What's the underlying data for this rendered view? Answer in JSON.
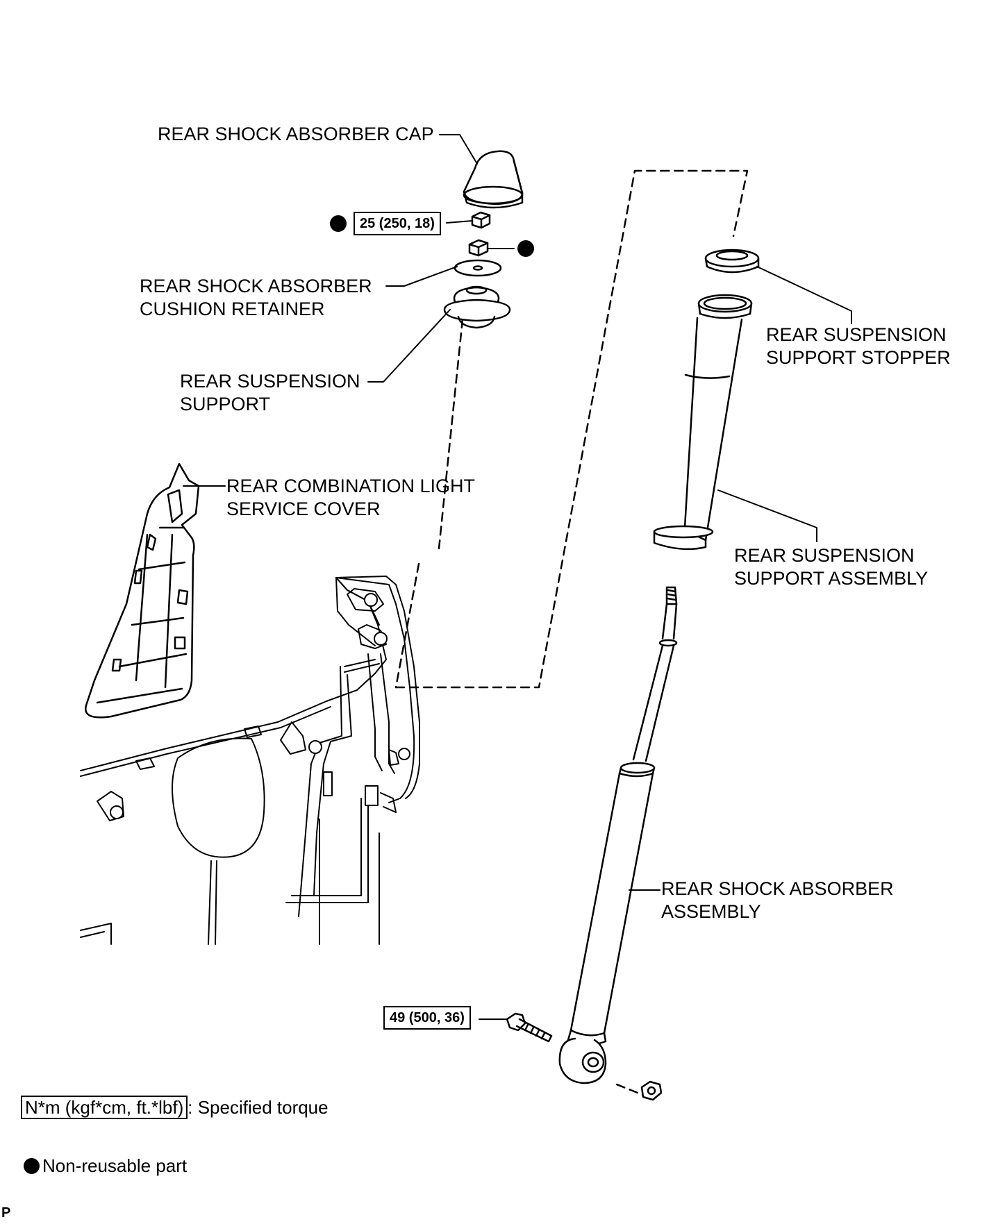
{
  "labels": {
    "cap": "REAR SHOCK ABSORBER CAP",
    "cushion_retainer_1": "REAR SHOCK ABSORBER",
    "cushion_retainer_2": "CUSHION RETAINER",
    "support_1": "REAR SUSPENSION",
    "support_2": "SUPPORT",
    "service_cover_1": "REAR COMBINATION LIGHT",
    "service_cover_2": "SERVICE COVER",
    "stopper_1": "REAR SUSPENSION",
    "stopper_2": "SUPPORT STOPPER",
    "support_assembly_1": "REAR SUSPENSION",
    "support_assembly_2": "SUPPORT ASSEMBLY",
    "shock_assembly_1": "REAR SHOCK ABSORBER",
    "shock_assembly_2": "ASSEMBLY"
  },
  "torques": {
    "upper_nut": "25 (250, 18)",
    "lower_bolt": "49 (500, 36)"
  },
  "legend": {
    "torque_unit": "N*m (kgf*cm, ft.*lbf)",
    "torque_text": ": Specified torque",
    "nonreusable_text": "Non-reusable part"
  },
  "corner_mark": "P",
  "colors": {
    "line": "#000000",
    "background": "#ffffff"
  },
  "icons": {
    "nonreusable": "filled-circle-icon"
  }
}
